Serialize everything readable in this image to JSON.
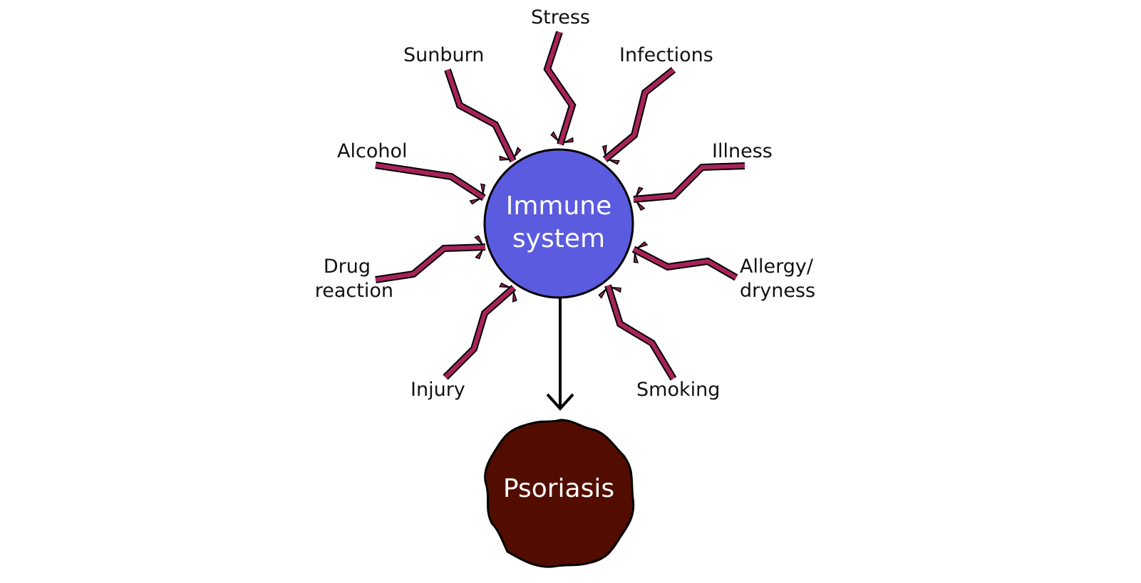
{
  "center": {
    "label_line1": "Immune",
    "label_line2": "system"
  },
  "outcome": {
    "label": "Psoriasis"
  },
  "triggers": [
    {
      "label": "Stress"
    },
    {
      "label": "Sunburn"
    },
    {
      "label": "Infections"
    },
    {
      "label": "Alcohol"
    },
    {
      "label": "Illness"
    },
    {
      "label_line1": "Drug",
      "label_line2": "reaction"
    },
    {
      "label_line1": "Allergy/",
      "label_line2": "dryness"
    },
    {
      "label": "Injury"
    },
    {
      "label": "Smoking"
    }
  ],
  "colors": {
    "bolt": "#A8235A",
    "immune": "#5B5BE0",
    "psoriasis": "#520D00"
  }
}
